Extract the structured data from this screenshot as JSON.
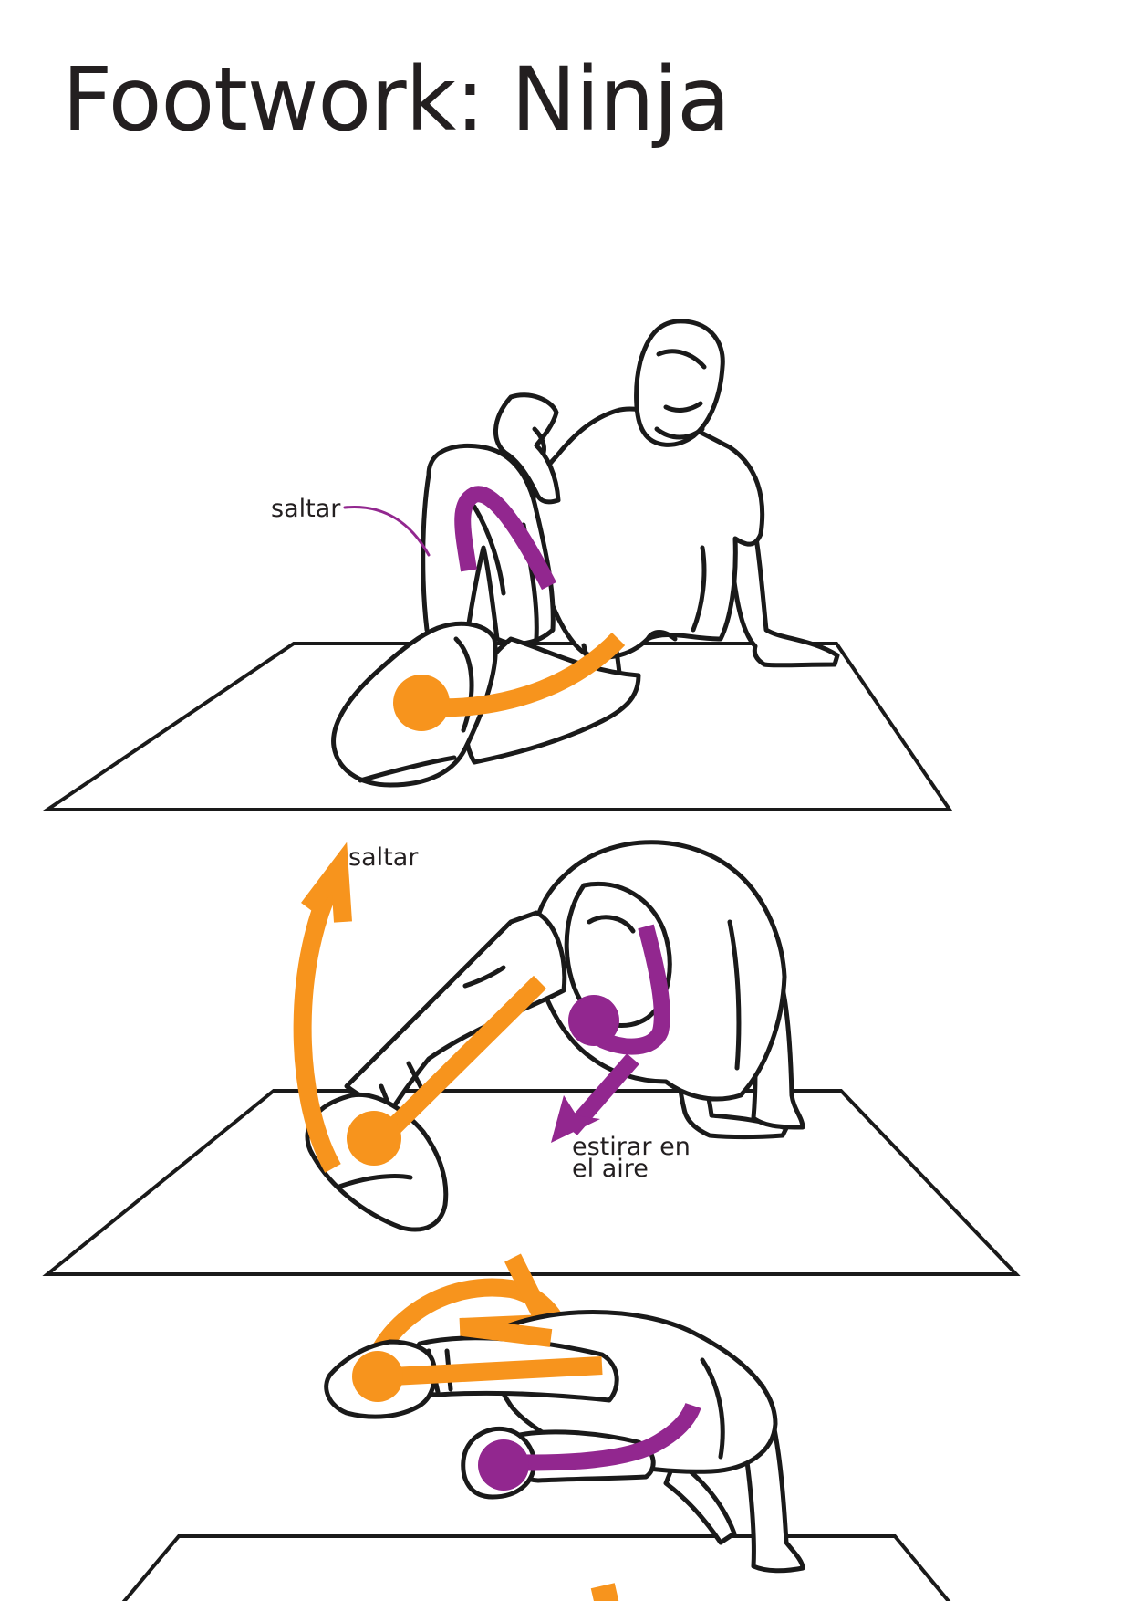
{
  "title": "Footwork: Ninja",
  "labels": {
    "jump_top": "saltar",
    "jump_middle": "saltar",
    "stretch_line1": "estirar en",
    "stretch_line2": "el aire"
  },
  "colors": {
    "orange": "#f7941d",
    "purple": "#92278f",
    "ink": "#1a1a1a",
    "text": "#231f20"
  }
}
